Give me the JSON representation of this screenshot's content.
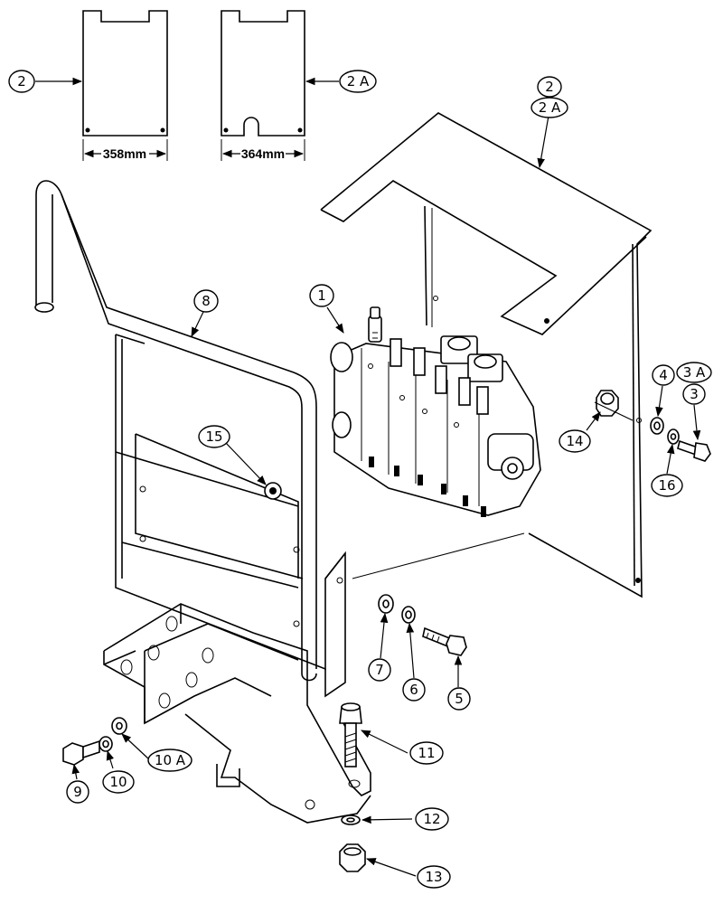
{
  "callouts": {
    "c1": "1",
    "c2_left": "2",
    "c2a_right": "2 A",
    "c2_top": "2",
    "c2a_top": "2 A",
    "c3": "3",
    "c3a": "3 A",
    "c4": "4",
    "c5": "5",
    "c6": "6",
    "c7": "7",
    "c8": "8",
    "c9": "9",
    "c10": "10",
    "c10a": "10 A",
    "c11": "11",
    "c12": "12",
    "c13": "13",
    "c14": "14",
    "c15": "15",
    "c16": "16"
  },
  "dimensions": {
    "plate_2_width": "358mm",
    "plate_2a_width": "364mm"
  }
}
